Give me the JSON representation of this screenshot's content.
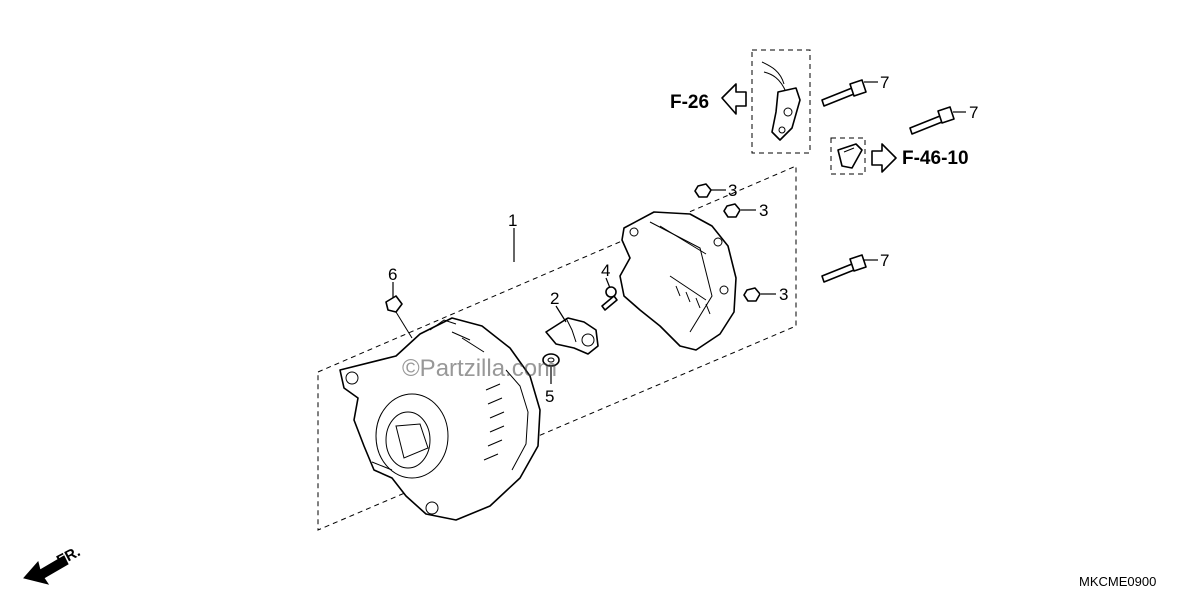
{
  "diagram": {
    "callouts": [
      {
        "id": "callout-1",
        "label": "1"
      },
      {
        "id": "callout-2",
        "label": "2"
      },
      {
        "id": "callout-3a",
        "label": "3"
      },
      {
        "id": "callout-3b",
        "label": "3"
      },
      {
        "id": "callout-3c",
        "label": "3"
      },
      {
        "id": "callout-4",
        "label": "4"
      },
      {
        "id": "callout-5",
        "label": "5"
      },
      {
        "id": "callout-6",
        "label": "6"
      },
      {
        "id": "callout-7a",
        "label": "7"
      },
      {
        "id": "callout-7b",
        "label": "7"
      },
      {
        "id": "callout-7c",
        "label": "7"
      }
    ],
    "references": {
      "left": "F-26",
      "right": "F-46-10"
    },
    "direction_label": "FR.",
    "diagram_code": "MKCME0900",
    "watermark": "©Partzilla.com"
  }
}
